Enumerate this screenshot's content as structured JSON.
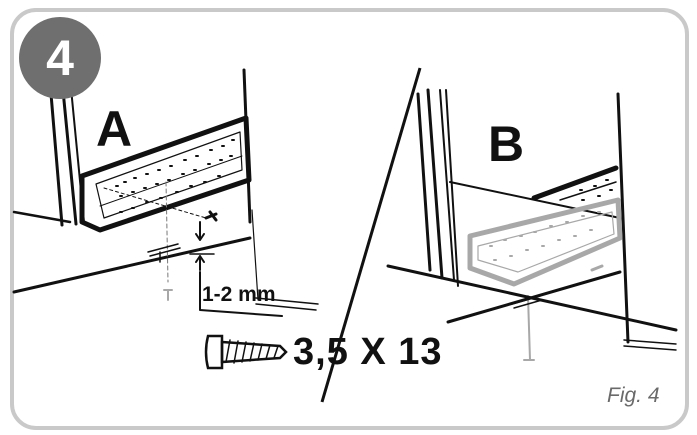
{
  "step": {
    "number": "4"
  },
  "panels": {
    "a": {
      "label": "A"
    },
    "b": {
      "label": "B"
    }
  },
  "dimension": {
    "gap": "1-2 mm"
  },
  "screw": {
    "size": "3,5 X 13"
  },
  "figure": {
    "caption": "Fig. 4"
  },
  "colors": {
    "frame": "#c9c9c9",
    "badge": "#6f6f6f",
    "line": "#111111",
    "ghost": "#a8a8a8"
  }
}
